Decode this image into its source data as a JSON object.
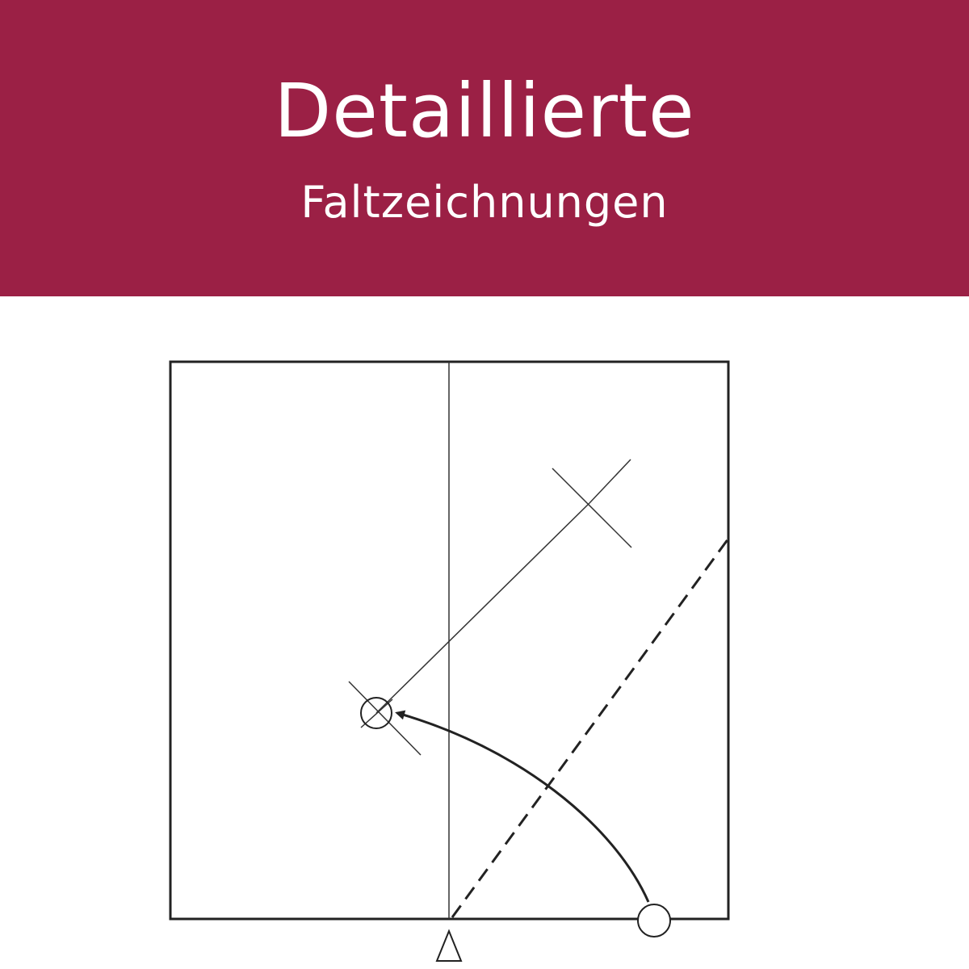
{
  "banner": {
    "title": "Detaillierte",
    "subtitle": "Faltzeichnungen",
    "background_color": "#9b2045",
    "text_color": "#ffffff"
  },
  "diagram": {
    "line_color": "#222222",
    "elements": [
      "square-paper-outline",
      "vertical-center-crease",
      "valley-fold-dashed-line",
      "diagonal-reference-line",
      "crossing-mark-top-right",
      "crossing-mark-center-left",
      "target-circle",
      "start-circle",
      "curved-fold-arrow",
      "center-triangle-marker"
    ]
  }
}
